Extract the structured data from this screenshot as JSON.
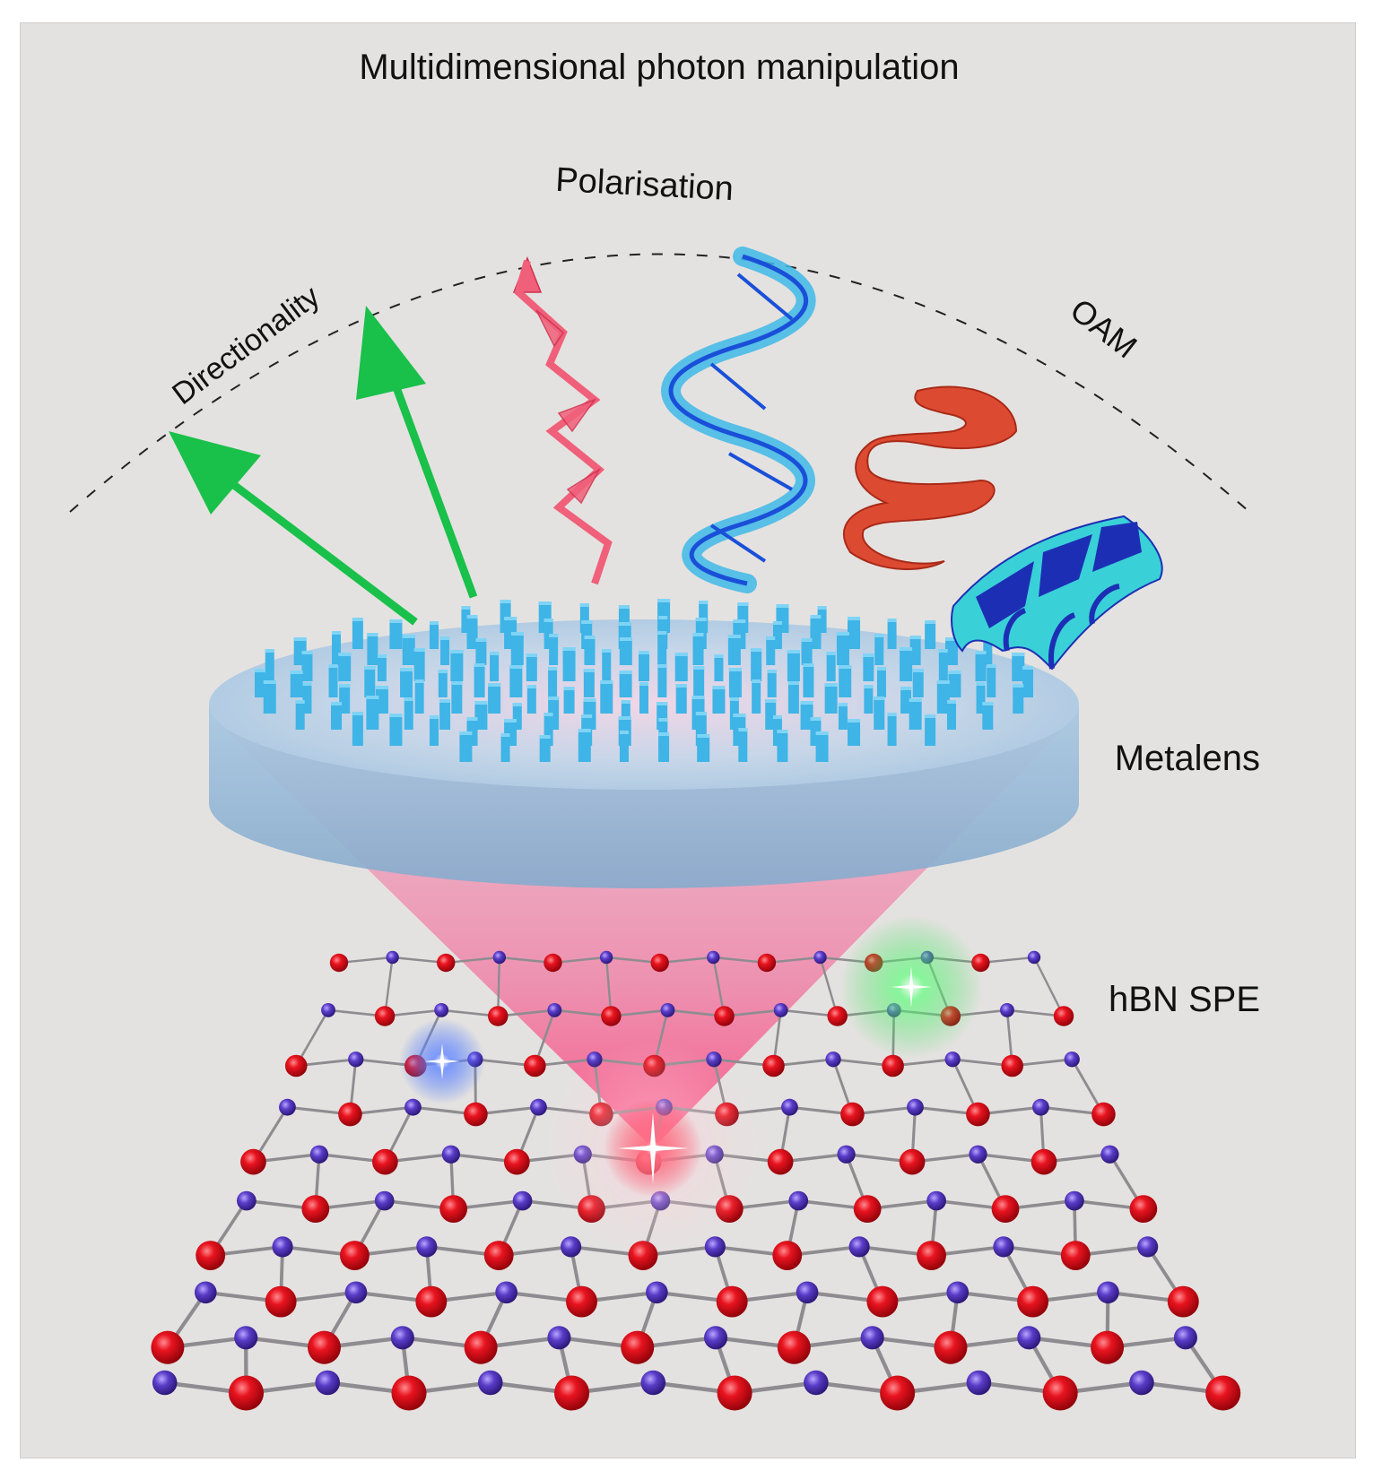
{
  "title": "Multidimensional photon manipulation",
  "labels": {
    "directionality": "Directionality",
    "polarisation": "Polarisation",
    "oam": "OAM",
    "metalens": "Metalens",
    "hbn_spe": "hBN SPE"
  },
  "colors": {
    "background": "#e4e2e0",
    "arrow": "#19c04a",
    "linear_polarisation": "#f0607a",
    "circular_polarisation": "#2a8fe0",
    "oam_red": "#dd4a32",
    "oam_blue_dark": "#1c2fb4",
    "oam_blue_light": "#3ad0d8",
    "metalens_disk": "#9fc3df",
    "nanopillar": "#3fb4e6",
    "excitation_cone": "#f4508a",
    "boron_atom": "#e0101e",
    "nitrogen_atom": "#5a3cc8",
    "emitter_red": "#ff2a44",
    "emitter_blue": "#3a6cff",
    "emitter_green": "#2cd64a"
  }
}
